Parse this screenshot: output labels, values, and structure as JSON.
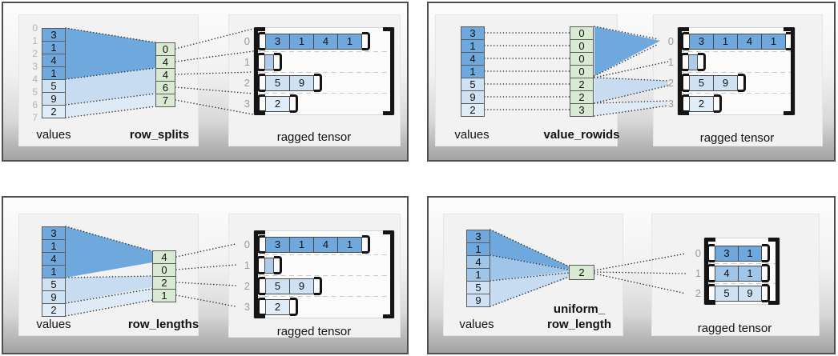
{
  "colors": {
    "cell_dark_blue": "#6fa8dc",
    "cell_medium_blue": "#9fc5e8",
    "cell_light_blue": "#cfe2f3",
    "cell_lighter_blue": "#e0ecf8",
    "empty_row_blue": "#aecbe9",
    "param_green": "#d9ead3",
    "funnel_dark": "#6fa8dc",
    "funnel_medium": "#9fc5e8",
    "funnel_light": "#c7dcf0",
    "funnel_lighter": "#dfeaf7"
  },
  "quadrants": [
    {
      "name": "row_splits",
      "values_label": "values",
      "param_label": "row_splits",
      "tensor_label": "ragged tensor",
      "values": [
        "3",
        "1",
        "4",
        "1",
        "5",
        "9",
        "2"
      ],
      "value_shades": [
        "dark",
        "dark",
        "dark",
        "dark",
        "light",
        "light",
        "lighter"
      ],
      "boundary_labels": [
        "0",
        "1",
        "2",
        "3",
        "4",
        "5",
        "6",
        "7"
      ],
      "param_cells": [
        "0",
        "4",
        "4",
        "6",
        "7"
      ],
      "tensor_rows": [
        {
          "label": "0",
          "cells": [
            "3",
            "1",
            "4",
            "1"
          ],
          "shade": "dark"
        },
        {
          "label": "1",
          "cells": [],
          "shade": "empty"
        },
        {
          "label": "2",
          "cells": [
            "5",
            "9"
          ],
          "shade": "light"
        },
        {
          "label": "3",
          "cells": [
            "2"
          ],
          "shade": "lighter"
        }
      ]
    },
    {
      "name": "value_rowids",
      "values_label": "values",
      "param_label": "value_rowids",
      "tensor_label": "ragged tensor",
      "values": [
        "3",
        "1",
        "4",
        "1",
        "5",
        "9",
        "2"
      ],
      "value_shades": [
        "dark",
        "dark",
        "dark",
        "dark",
        "light",
        "light",
        "lighter"
      ],
      "param_cells": [
        "0",
        "0",
        "0",
        "0",
        "2",
        "2",
        "3"
      ],
      "tensor_rows": [
        {
          "label": "0",
          "cells": [
            "3",
            "1",
            "4",
            "1"
          ],
          "shade": "dark"
        },
        {
          "label": "1",
          "cells": [],
          "shade": "empty"
        },
        {
          "label": "2",
          "cells": [
            "5",
            "9"
          ],
          "shade": "light"
        },
        {
          "label": "3",
          "cells": [
            "2"
          ],
          "shade": "lighter"
        }
      ]
    },
    {
      "name": "row_lengths",
      "values_label": "values",
      "param_label": "row_lengths",
      "tensor_label": "ragged tensor",
      "values": [
        "3",
        "1",
        "4",
        "1",
        "5",
        "9",
        "2"
      ],
      "value_shades": [
        "dark",
        "dark",
        "dark",
        "dark",
        "light",
        "light",
        "lighter"
      ],
      "param_cells": [
        "4",
        "0",
        "2",
        "1"
      ],
      "tensor_rows": [
        {
          "label": "0",
          "cells": [
            "3",
            "1",
            "4",
            "1"
          ],
          "shade": "dark"
        },
        {
          "label": "1",
          "cells": [],
          "shade": "empty"
        },
        {
          "label": "2",
          "cells": [
            "5",
            "9"
          ],
          "shade": "light"
        },
        {
          "label": "3",
          "cells": [
            "2"
          ],
          "shade": "lighter"
        }
      ]
    },
    {
      "name": "uniform_row_length",
      "values_label": "values",
      "param_label": "uniform_\nrow_length",
      "tensor_label": "ragged tensor",
      "values": [
        "3",
        "1",
        "4",
        "1",
        "5",
        "9"
      ],
      "value_shades": [
        "dark",
        "dark",
        "medium",
        "medium",
        "light",
        "light"
      ],
      "param_cells": [
        "2"
      ],
      "tensor_rows": [
        {
          "label": "0",
          "cells": [
            "3",
            "1"
          ],
          "shade": "dark"
        },
        {
          "label": "1",
          "cells": [
            "4",
            "1"
          ],
          "shade": "medium"
        },
        {
          "label": "2",
          "cells": [
            "5",
            "9"
          ],
          "shade": "light"
        }
      ]
    }
  ]
}
